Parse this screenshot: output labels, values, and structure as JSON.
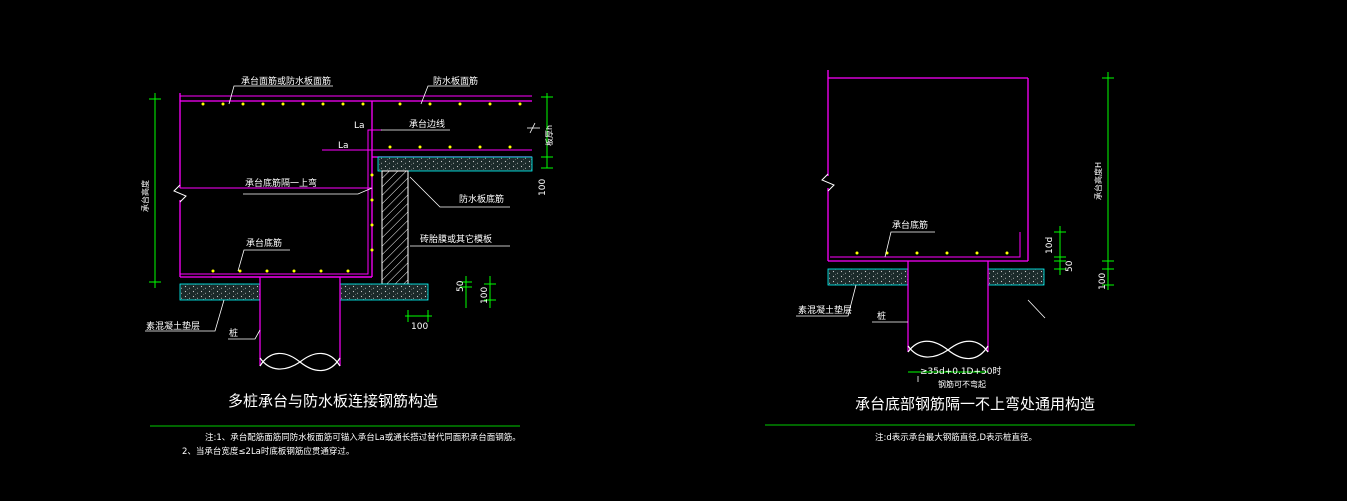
{
  "colors": {
    "background": "#000000",
    "concrete_outline": "#ff00ff",
    "dimension": "#00ff00",
    "leader": "#ffffff",
    "rebar_dots": "#ffff00",
    "cushion": "#00ffff",
    "rule": "#00cc00"
  },
  "left_detail": {
    "labels": {
      "top_rebar": "承台面筋或防水板面筋",
      "waterproof_top": "防水板面筋",
      "la_upper": "La",
      "la_lower": "La",
      "cap_edge": "承台边线",
      "bottom_bent_up": "承台底筋隔一上弯",
      "waterproof_bottom": "防水板底筋",
      "brick_form": "砖胎膜或其它模板",
      "cap_bottom": "承台底筋",
      "cushion": "素混凝土垫层",
      "pile": "桩",
      "cap_height": "承台高度",
      "slab_thickness": "板厚h"
    },
    "dims": {
      "d100_right": "100",
      "d50": "50",
      "d100_lower": "100",
      "d100_bottom": "100"
    },
    "title": "多桩承台与防水板连接钢筋构造",
    "notes": [
      "注:1、承台配筋面筋同防水板面筋可锚入承台La或通长搭过替代同面积承台面钢筋。",
      "2、当承台宽度≤2La时底板钢筋应贯通穿过。"
    ]
  },
  "right_detail": {
    "labels": {
      "cap_bottom": "承台底筋",
      "cushion": "素混凝土垫层",
      "pile": "桩",
      "cap_height": "承台高度H",
      "d10": "10d",
      "anchor": "≥35d+0.1D+50时",
      "anchor_sub": "钢筋可不弯起"
    },
    "dims": {
      "d50": "50",
      "d100": "100"
    },
    "title": "承台底部钢筋隔一不上弯处通用构造",
    "notes": [
      "注:d表示承台最大钢筋直径,D表示桩直径。"
    ]
  }
}
